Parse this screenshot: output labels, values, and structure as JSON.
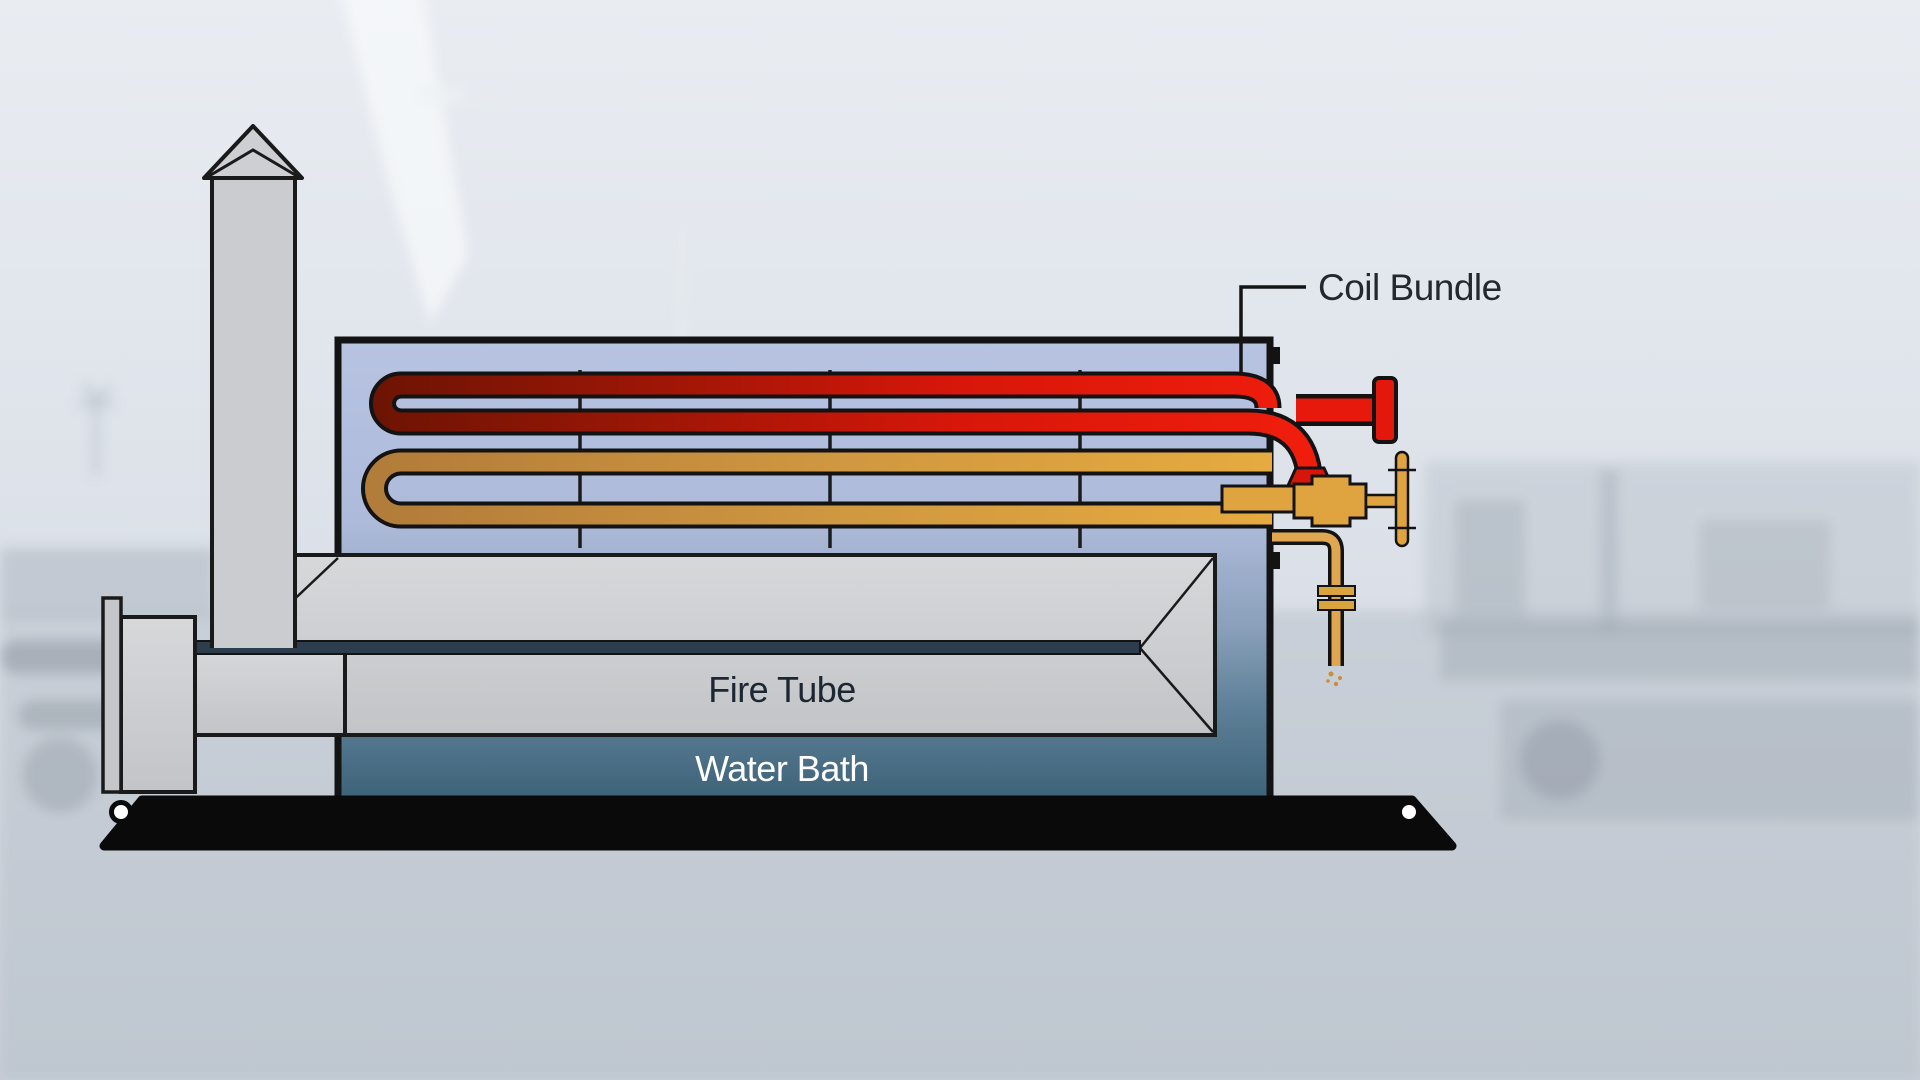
{
  "diagram": {
    "type": "equipment-schematic",
    "subject": "Indirect fired heater cross-section with coil bundle, fire tube and water bath",
    "labels": {
      "coil_bundle": "Coil Bundle",
      "fire_tube": "Fire Tube",
      "water_bath": "Water Bath"
    },
    "colors": {
      "water_bath_light": "#b8c3e2",
      "water_bath_dark": "#3c6278",
      "coil_hot_bright": "#ee1d0c",
      "coil_hot_dark": "#6e1404",
      "coil_warm_bright": "#e6ab40",
      "coil_warm_dark": "#b27c3a",
      "metal_gray": "#c9cbcd",
      "skid_black": "#0a0a0a",
      "outline_black": "#141414",
      "label_dark": "#23272e",
      "label_light": "#ffffff"
    }
  }
}
